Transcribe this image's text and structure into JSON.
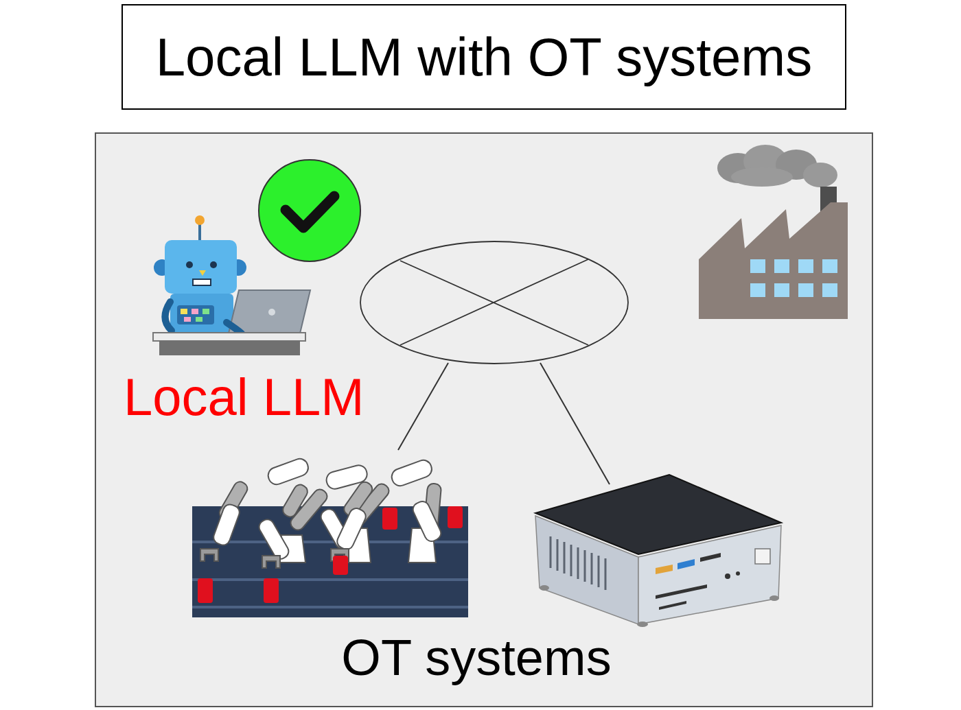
{
  "diagram": {
    "title": "Local LLM with OT systems",
    "nodes": [
      {
        "text": [
          "Local LLM",
          "OT systems"
        ]
      }
    ]
  }
}
